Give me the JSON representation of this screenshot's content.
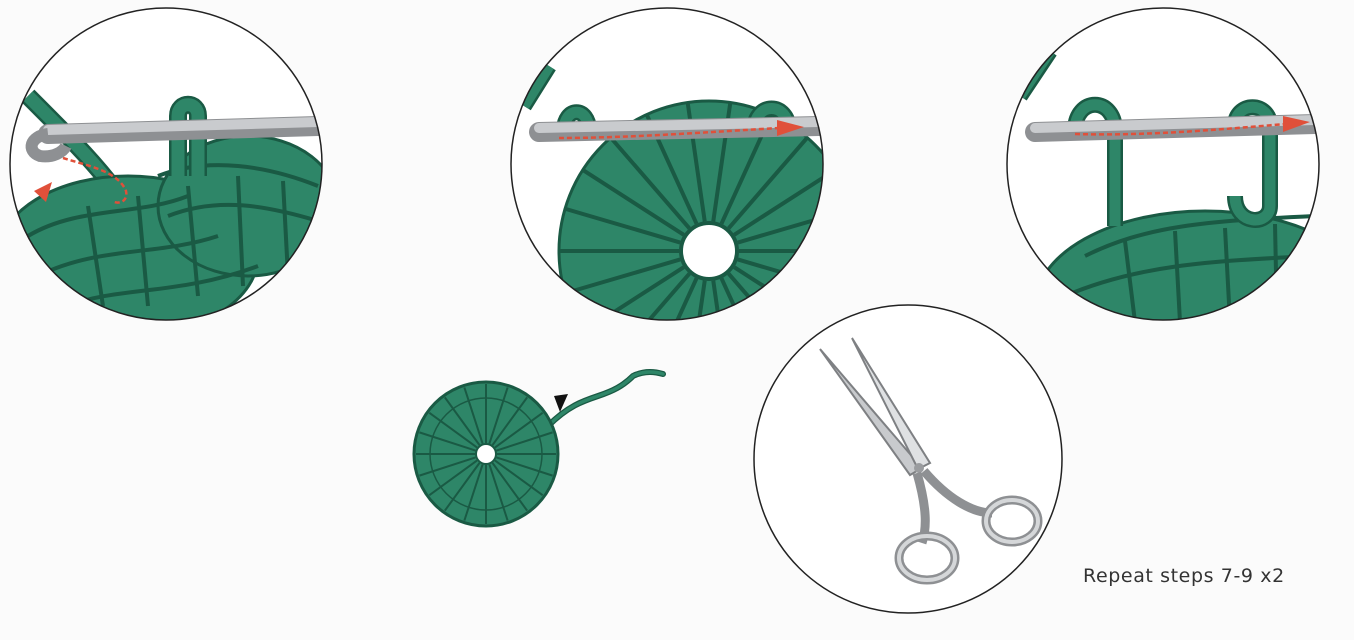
{
  "caption": "Repeat steps 7-9 x2",
  "colors": {
    "yarn": "#2e8668",
    "yarn_dark": "#1a5a44",
    "hook": "#b9bbbe",
    "arrow": "#e0503a",
    "outline": "#222222",
    "background": "#fbfbfb"
  },
  "illustrations": [
    {
      "name": "step-7-hook-through-stitch",
      "icon": "crochet-hook-icon"
    },
    {
      "name": "step-8-pull-loop-through",
      "icon": "crochet-hook-icon"
    },
    {
      "name": "step-9-yarn-over-pull-through",
      "icon": "crochet-hook-icon"
    },
    {
      "name": "finished-circle-motif",
      "icon": "yarn-circle-icon"
    },
    {
      "name": "cut-yarn",
      "icon": "scissors-icon"
    }
  ]
}
